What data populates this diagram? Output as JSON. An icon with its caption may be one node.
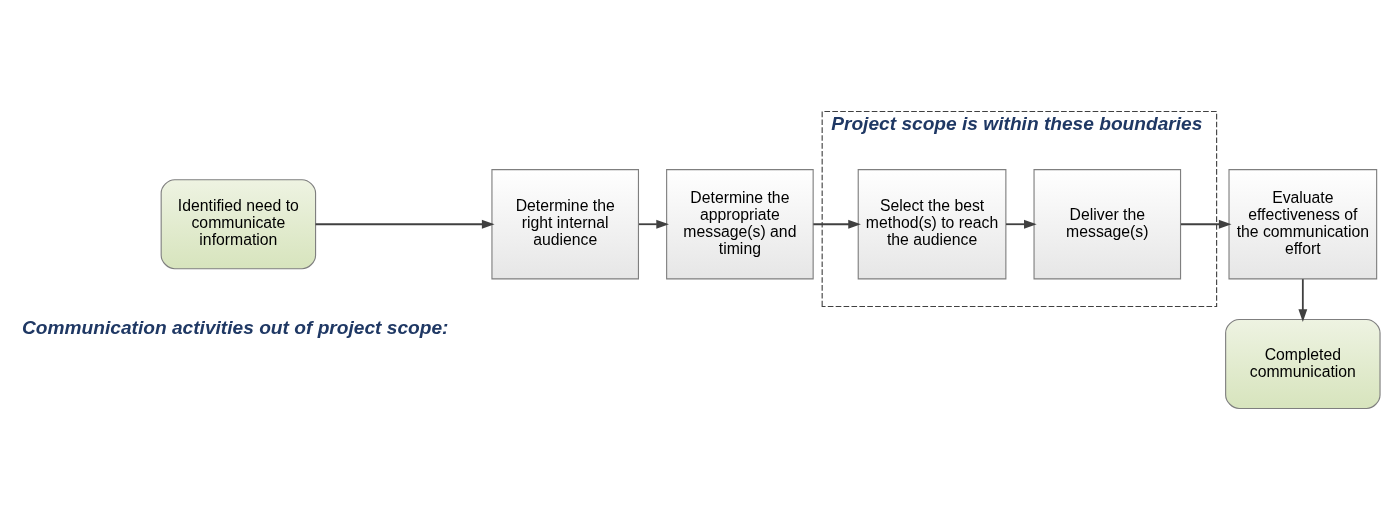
{
  "diagram": {
    "nodes": [
      {
        "text": [
          "Project scope is within these boundaries"
        ]
      },
      {
        "text": [
          "Identified need to communicate information"
        ]
      },
      {
        "text": [
          "Determine the right internal audience"
        ]
      },
      {
        "text": [
          "Determine the appropriate message(s) and timing"
        ]
      },
      {
        "text": [
          "Select the best method(s) to reach the audience"
        ],
        "in": 0
      },
      {
        "text": [
          "Deliver the message(s)"
        ],
        "in": 0
      },
      {
        "text": [
          "Evaluate effectiveness of the communication effort"
        ]
      },
      {
        "text": [
          "Completed communication"
        ]
      }
    ],
    "edges": [
      {
        "from": 1,
        "to": 2,
        "arrow": "to"
      },
      {
        "from": 2,
        "to": 3,
        "arrow": "to"
      },
      {
        "from": 3,
        "to": 4,
        "arrow": "to"
      },
      {
        "from": 4,
        "to": 5,
        "arrow": "to"
      },
      {
        "from": 5,
        "to": 6,
        "arrow": "to"
      },
      {
        "from": 6,
        "to": 7,
        "arrow": "to"
      }
    ],
    "labels": [
      "Communication activities out of project scope:"
    ]
  }
}
